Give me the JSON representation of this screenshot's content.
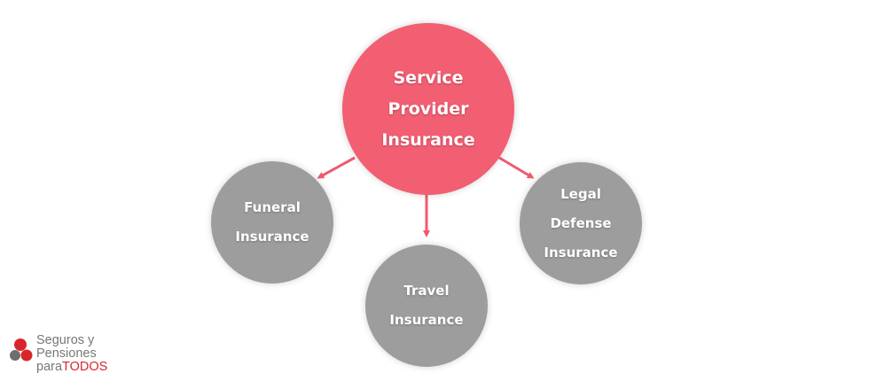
{
  "diagram": {
    "center": {
      "lines": [
        "Service",
        "Provider",
        "Insurance"
      ],
      "color": "#f25e72"
    },
    "children": [
      {
        "id": "funeral",
        "lines": [
          "Funeral",
          "Insurance"
        ],
        "color": "#9d9d9d"
      },
      {
        "id": "travel",
        "lines": [
          "Travel",
          "Insurance"
        ],
        "color": "#9d9d9d"
      },
      {
        "id": "legal",
        "lines": [
          "Legal",
          "Defense",
          "Insurance"
        ],
        "color": "#9d9d9d"
      }
    ],
    "arrow_color": "#ef5a6f"
  },
  "logo": {
    "line1": "Seguros y",
    "line2": "Pensiones",
    "line3_prefix": "para",
    "line3_brand": "TODOS",
    "icon": "three-dots-logo-icon"
  }
}
